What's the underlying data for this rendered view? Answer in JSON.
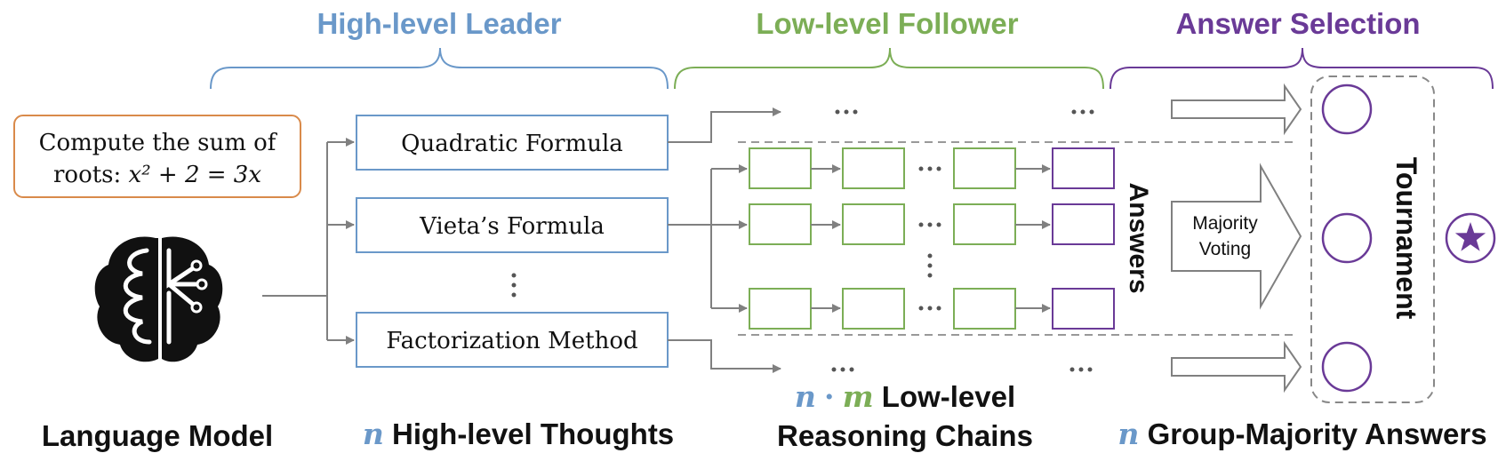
{
  "sections": {
    "leader": "High-level Leader",
    "follower": "Low-level Follower",
    "selection": "Answer Selection"
  },
  "problem": {
    "line1": "Compute the sum of",
    "line2_prefix": "roots: ",
    "line2_math": "x² + 2 = 3x"
  },
  "methods": [
    "Quadratic Formula",
    "Vieta’s Formula",
    "Factorization Method"
  ],
  "labels": {
    "answers": "Answers",
    "majority_line1": "Majority",
    "majority_line2": "Voting",
    "tournament": "Tournament",
    "language_model": "Language Model",
    "n_symbol": "n",
    "m_symbol": "m",
    "dot_symbol": "·",
    "high_level_thoughts": "High-level Thoughts",
    "low_level": "Low-level",
    "reasoning_chains": "Reasoning Chains",
    "group_majority": "Group-Majority Answers"
  },
  "colors": {
    "blue": "#6a98c9",
    "green": "#7cae56",
    "purple": "#6a3a97",
    "orange": "#d98a4a",
    "gray": "#808080"
  }
}
